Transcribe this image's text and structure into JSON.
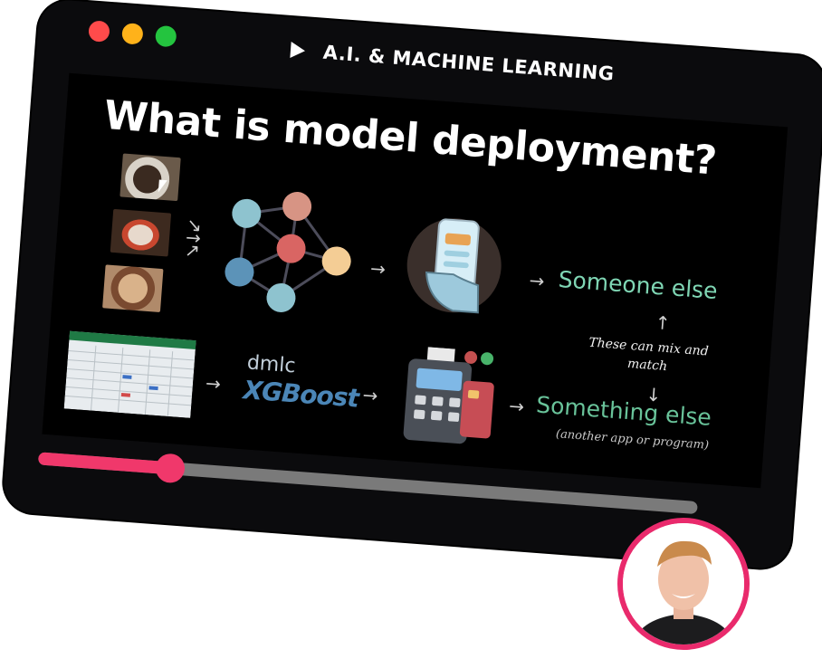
{
  "window": {
    "title": "A.I. & MACHINE LEARNING",
    "traffic_lights": {
      "close": "#ff4b4b",
      "minimize": "#ffb21a",
      "maximize": "#24c43f"
    }
  },
  "slide": {
    "heading": "What is model deployment?",
    "outputs": {
      "someone": "Someone else",
      "something": "Something else",
      "something_sub": "(another app or program)"
    },
    "note_line1": "These can mix and",
    "note_line2": "match",
    "dmlc": "dmlc",
    "xgboost": "XGBoost"
  },
  "player": {
    "progress": 0.2,
    "accent": "#f0386b"
  },
  "icons": [
    "play-icon",
    "neural-network-icon",
    "phone-hand-icon",
    "payment-terminal-icon",
    "spreadsheet-icon",
    "cursor-icon"
  ]
}
